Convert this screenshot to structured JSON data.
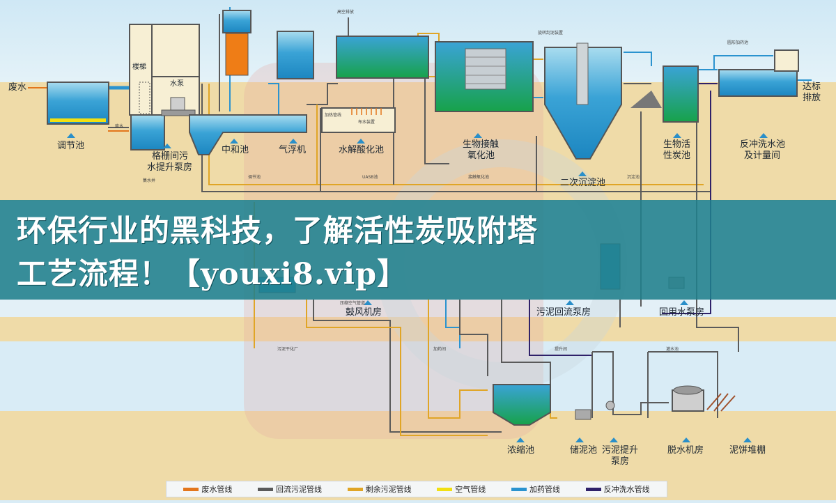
{
  "title_lines": [
    "环保行业的黑科技，了解活性炭吸附塔",
    "工艺流程！【youxi8.vip】"
  ],
  "labels": {
    "fei_shui": "废水",
    "tiao_jie_chi": "调节池",
    "louti": "楼梯",
    "shui_beng": "水泵",
    "ge_shan_1": "格栅间污",
    "ge_shan_2": "水提升泵房",
    "zhong_he_chi": "中和池",
    "qi_fu_ji": "气浮机",
    "shui_jie": "水解酸化池",
    "sheng_wu_jie_chu_1": "生物接触",
    "sheng_wu_jie_chu_2": "氧化池",
    "er_ci": "二次沉淀池",
    "sheng_wu_huo_1": "生物活",
    "sheng_wu_huo_2": "性炭池",
    "fan_chong_1": "反冲洗水池",
    "fan_chong_2": "及计量间",
    "da_biao_1": "达标",
    "da_biao_2": "排放",
    "gu_feng": "鼓风机房",
    "wu_ni_hui_liu": "污泥回流泵房",
    "hui_yong": "回用水泵房",
    "nong_suo": "浓缩池",
    "chu_ni": "储泥池",
    "wu_ni_ti_1": "污泥提升",
    "wu_ni_ti_2": "泵房",
    "tuo_shui": "脱水机房",
    "ni_bing": "泥饼堆棚"
  },
  "tiny_labels": {
    "gao_kong": "高空排放",
    "fei_shui_small": "废水",
    "tiao_jie_small": "调节池",
    "ji_shui_jing": "集水井",
    "uasb": "UASB池",
    "jia_re": "加热管线",
    "bu_shui": "布水装置",
    "jie_chu_small": "接触氧化池",
    "chen_dian_small": "沉淀池",
    "xuan_zhuan": "旋转刮泥装置",
    "wu_ni_gan": "污泥干化厂",
    "jia_yao": "加药间",
    "bei_yong": "提升间",
    "guan_shui": "灌水池",
    "ya_lian": "压缩空气管道",
    "yuan_xing": "圆形加药池"
  },
  "legend": [
    {
      "label": "废水管线",
      "color": "#e3761c"
    },
    {
      "label": "回流污泥管线",
      "color": "#5a5a5a"
    },
    {
      "label": "剩余污泥管线",
      "color": "#e0a526"
    },
    {
      "label": "空气管线",
      "color": "#f2e012"
    },
    {
      "label": "加药管线",
      "color": "#2b93cf"
    },
    {
      "label": "反冲洗水管线",
      "color": "#2f2169"
    }
  ],
  "colors": {
    "water": "#2d9bd2",
    "water_top": "#9bd3ea",
    "green": "#19a64a",
    "orange": "#ef7d16",
    "ground": "#efdba8",
    "sky": "#d9ecf6",
    "banner": "#20808c"
  }
}
